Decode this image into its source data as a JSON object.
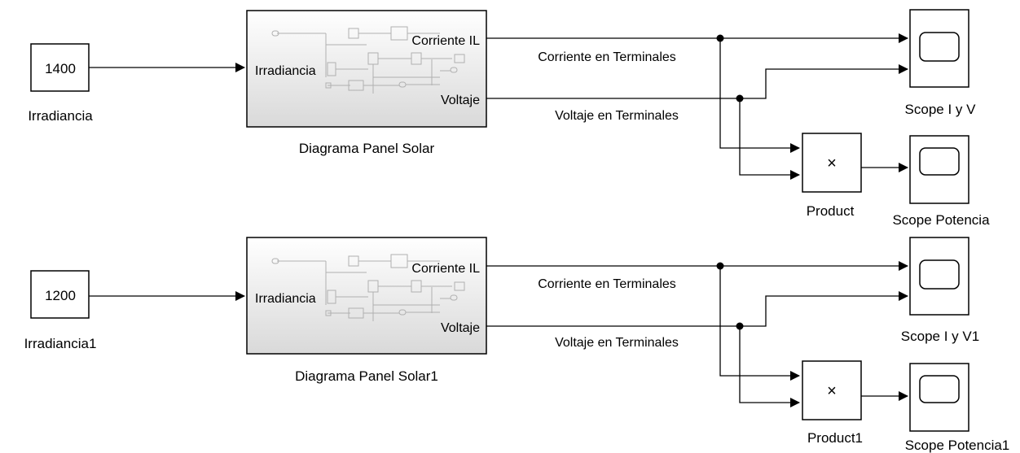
{
  "diagram": {
    "rows": [
      {
        "constant": {
          "value": "1400",
          "name": "Irradiancia"
        },
        "subsystem": {
          "name": "Diagrama Panel Solar",
          "input_port": "Irradiancia",
          "output_ports": [
            "Corriente IL",
            "Voltaje"
          ]
        },
        "signals": {
          "current": "Corriente en Terminales",
          "voltage": "Voltaje en Terminales"
        },
        "scope_iv": {
          "name": "Scope I y V"
        },
        "product": {
          "name": "Product",
          "symbol": "×"
        },
        "scope_power": {
          "name": "Scope Potencia"
        }
      },
      {
        "constant": {
          "value": "1200",
          "name": "Irradiancia1"
        },
        "subsystem": {
          "name": "Diagrama Panel Solar1",
          "input_port": "Irradiancia",
          "output_ports": [
            "Corriente IL",
            "Voltaje"
          ]
        },
        "signals": {
          "current": "Corriente en Terminales",
          "voltage": "Voltaje en Terminales"
        },
        "scope_iv": {
          "name": "Scope I y V1"
        },
        "product": {
          "name": "Product1",
          "symbol": "×"
        },
        "scope_power": {
          "name": "Scope Potencia1"
        }
      }
    ],
    "colors": {
      "line": "#000000",
      "block_fill": "#ffffff",
      "subsystem_fill_top": "#ffffff",
      "subsystem_fill_bottom": "#dcdcdc"
    }
  }
}
